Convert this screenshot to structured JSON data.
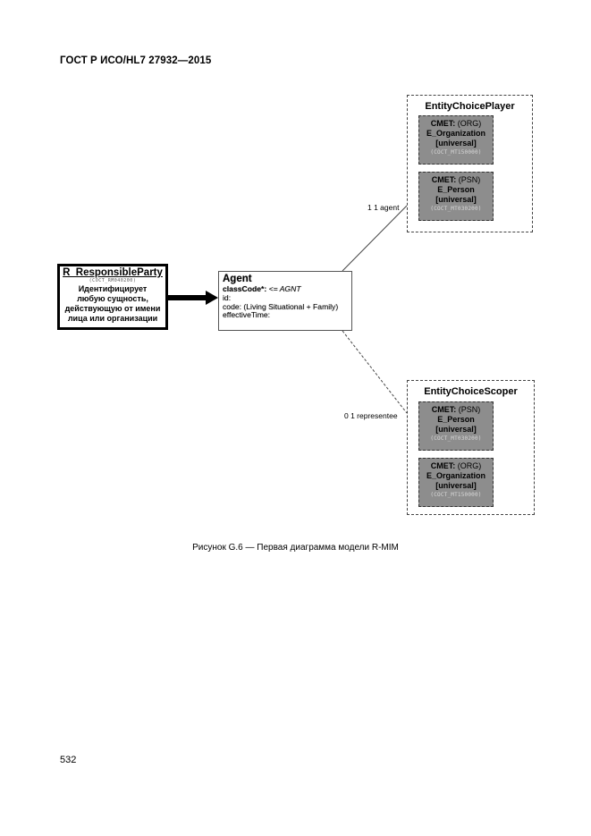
{
  "document": {
    "header": "ГОСТ Р ИСО/HL7 27932—2015",
    "page_number": "532",
    "caption": "Рисунок G.6 — Первая диаграмма модели R-MIM"
  },
  "diagram": {
    "responsible_party": {
      "title": "R_ResponsibleParty",
      "code": "(COCT_RM040200)",
      "description_lines": [
        "Идентифицирует",
        "любую сущность,",
        "действующую от имени",
        "лица или организации"
      ]
    },
    "agent": {
      "title": "Agent",
      "class_code_label": "classCode*:",
      "class_code_value": "<= AGNT",
      "attr_id": "id:",
      "attr_code": "code: (Living Situational + Family)",
      "attr_effective_time": "effectiveTime:"
    },
    "relationships": {
      "agent": "1  1 agent",
      "represented": "0  1 representee"
    },
    "player": {
      "title": "EntityChoicePlayer",
      "cmets": [
        {
          "label": "CMET:",
          "kind": "(ORG)",
          "name": "E_Organization",
          "scope": "[universal]",
          "code": "(COCT_MT150000)"
        },
        {
          "label": "CMET:",
          "kind": "(PSN)",
          "name": "E_Person",
          "scope": "[universal]",
          "code": "(COCT_MT030200)"
        }
      ]
    },
    "scoper": {
      "title": "EntityChoiceScoper",
      "cmets": [
        {
          "label": "CMET:",
          "kind": "(PSN)",
          "name": "E_Person",
          "scope": "[universal]",
          "code": "(COCT_MT030200)"
        },
        {
          "label": "CMET:",
          "kind": "(ORG)",
          "name": "E_Organization",
          "scope": "[universal]",
          "code": "(COCT_MT150000)"
        }
      ]
    }
  }
}
